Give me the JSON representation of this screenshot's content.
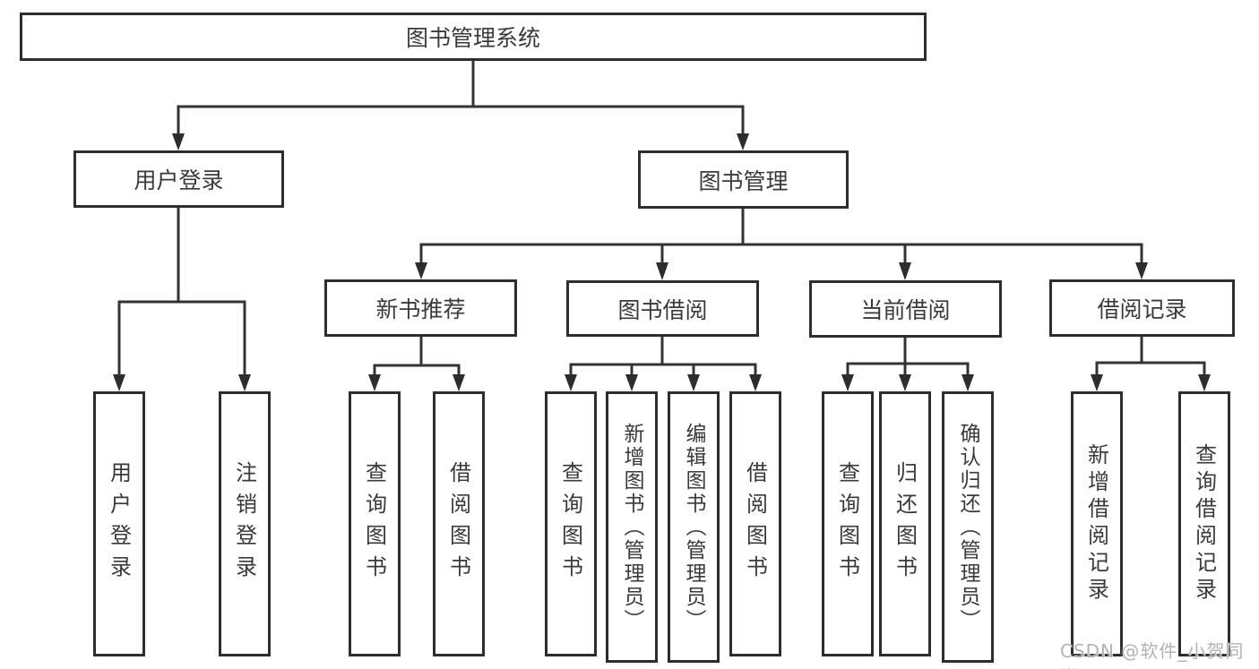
{
  "diagram_title": "图书管理系统",
  "watermark": "CSDN @软件_小贺同学",
  "colors": {
    "line": "#333333",
    "box_border": "#2e2e2e",
    "text": "#3a3a3a",
    "background": "#ffffff",
    "watermark": "#b3b3b3"
  },
  "nodes": {
    "root": {
      "label": "图书管理系统"
    },
    "user_login": {
      "label": "用户登录"
    },
    "book_management": {
      "label": "图书管理"
    },
    "new_book_recommend": {
      "label": "新书推荐"
    },
    "book_borrow": {
      "label": "图书借阅"
    },
    "current_borrow": {
      "label": "当前借阅"
    },
    "borrow_records": {
      "label": "借阅记录"
    },
    "leaf_user_login": {
      "label": "用户登录"
    },
    "leaf_logout": {
      "label": "注销登录"
    },
    "leaf_query_books_new": {
      "label": "查询图书"
    },
    "leaf_borrow_books_new": {
      "label": "借阅图书"
    },
    "leaf_query_books_borrow": {
      "label": "查询图书"
    },
    "leaf_add_books_admin": {
      "label": "新增图书（管理员）"
    },
    "leaf_edit_books_admin": {
      "label": "编辑图书（管理员）"
    },
    "leaf_borrow_books_borrow": {
      "label": "借阅图书"
    },
    "leaf_query_books_current": {
      "label": "查询图书"
    },
    "leaf_return_books": {
      "label": "归还图书"
    },
    "leaf_confirm_return_admin": {
      "label": "确认归还（管理员）"
    },
    "leaf_add_borrow_record": {
      "label": "新增借阅记录"
    },
    "leaf_query_borrow_record": {
      "label": "查询借阅记录"
    }
  },
  "edges": [
    [
      "root",
      "user_login"
    ],
    [
      "root",
      "book_management"
    ],
    [
      "user_login",
      "leaf_user_login"
    ],
    [
      "user_login",
      "leaf_logout"
    ],
    [
      "book_management",
      "new_book_recommend"
    ],
    [
      "book_management",
      "book_borrow"
    ],
    [
      "book_management",
      "current_borrow"
    ],
    [
      "book_management",
      "borrow_records"
    ],
    [
      "new_book_recommend",
      "leaf_query_books_new"
    ],
    [
      "new_book_recommend",
      "leaf_borrow_books_new"
    ],
    [
      "book_borrow",
      "leaf_query_books_borrow"
    ],
    [
      "book_borrow",
      "leaf_add_books_admin"
    ],
    [
      "book_borrow",
      "leaf_edit_books_admin"
    ],
    [
      "book_borrow",
      "leaf_borrow_books_borrow"
    ],
    [
      "current_borrow",
      "leaf_query_books_current"
    ],
    [
      "current_borrow",
      "leaf_return_books"
    ],
    [
      "current_borrow",
      "leaf_confirm_return_admin"
    ],
    [
      "borrow_records",
      "leaf_add_borrow_record"
    ],
    [
      "borrow_records",
      "leaf_query_borrow_record"
    ]
  ]
}
